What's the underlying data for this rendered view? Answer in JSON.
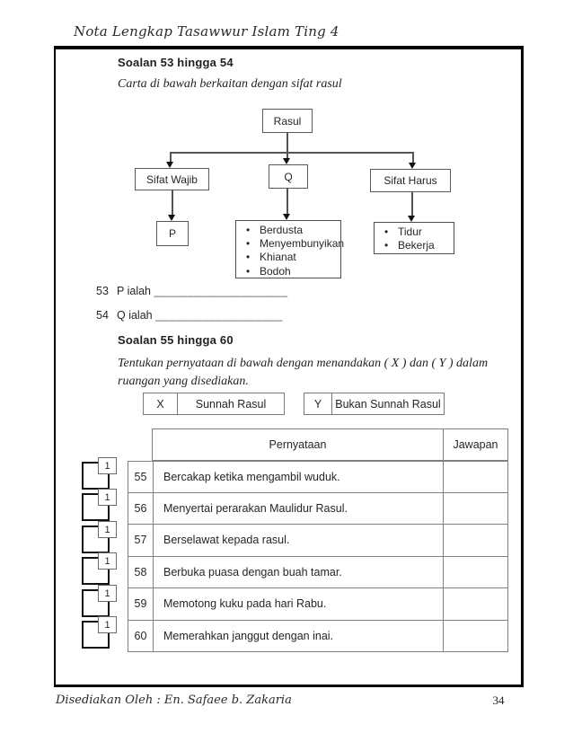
{
  "page": {
    "header_title": "Nota Lengkap Tasawwur Islam Ting 4",
    "footer_left": "Disediakan Oleh : En. Safaee b. Zakaria",
    "page_number": "34"
  },
  "section1": {
    "title": "Soalan 53 hingga 54",
    "subtitle": "Carta di bawah berkaitan dengan sifat rasul"
  },
  "chart": {
    "root": "Rasul",
    "branches": [
      {
        "label": "Sifat Wajib",
        "child": "P"
      },
      {
        "label": "Q",
        "items": [
          "Berdusta",
          "Menyembunyikan",
          "Khianat",
          "Bodoh"
        ]
      },
      {
        "label": "Sifat Harus",
        "items": [
          "Tidur",
          "Bekerja"
        ]
      }
    ]
  },
  "questions": [
    {
      "num": "53",
      "label": "P ialah",
      "blank": "____________________"
    },
    {
      "num": "54",
      "label": "Q ialah",
      "blank": "___________________"
    }
  ],
  "section2": {
    "title": "Soalan 55 hingga 60",
    "instruction": "Tentukan pernyataan di bawah dengan menandakan ( X ) dan ( Y ) dalam ruangan yang disediakan.",
    "legend": [
      {
        "key": "X",
        "label": "Sunnah Rasul"
      },
      {
        "key": "Y",
        "label": "Bukan Sunnah Rasul"
      }
    ]
  },
  "table": {
    "headers": {
      "statement": "Pernyataan",
      "answer": "Jawapan"
    },
    "mark": "1",
    "rows": [
      {
        "num": "55",
        "statement": "Bercakap ketika mengambil wuduk."
      },
      {
        "num": "56",
        "statement": "Menyertai perarakan Maulidur Rasul."
      },
      {
        "num": "57",
        "statement": "Berselawat kepada rasul."
      },
      {
        "num": "58",
        "statement": "Berbuka puasa dengan buah tamar."
      },
      {
        "num": "59",
        "statement": "Memotong kuku pada hari Rabu."
      },
      {
        "num": "60",
        "statement": "Memerahkan janggut dengan inai."
      }
    ]
  }
}
